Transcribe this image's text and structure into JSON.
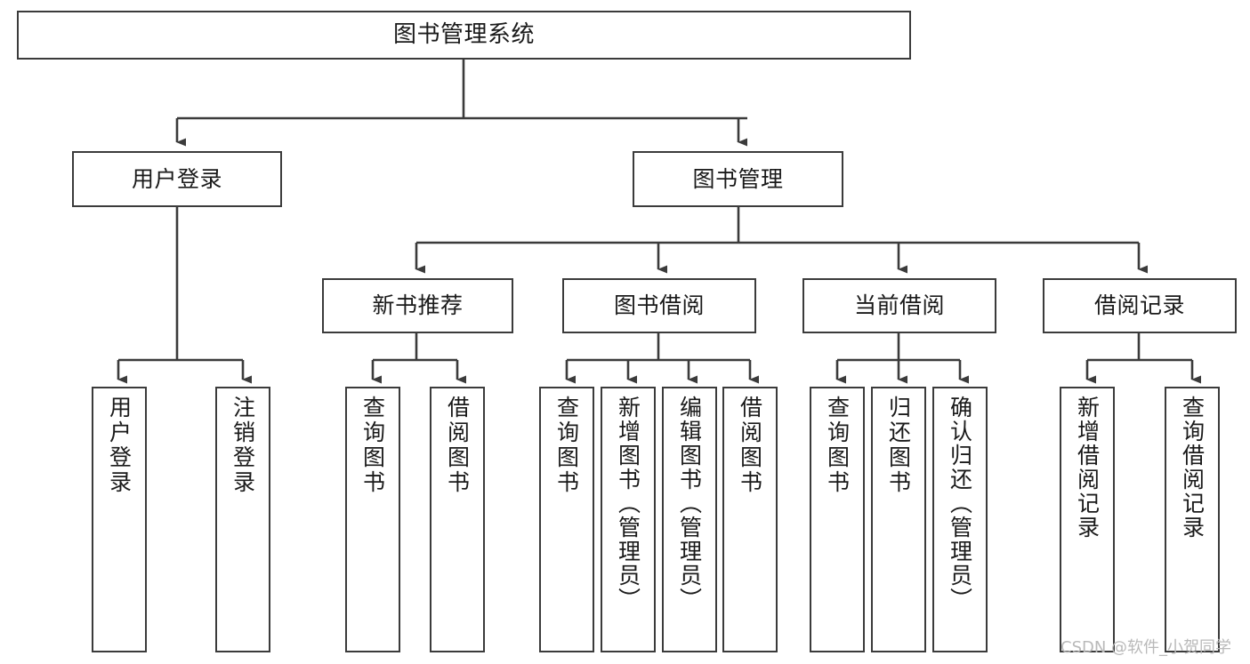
{
  "diagram": {
    "type": "tree-hierarchy",
    "title": "图书管理系统",
    "orientation": "top-down",
    "box_fill": "#ffffff",
    "box_stroke": "#3b3b3b",
    "connector_color": "#3b3b3b",
    "levels": 4
  },
  "nodes": {
    "root": {
      "label": "图书管理系统",
      "level": 1
    },
    "level2": [
      {
        "id": "user-login",
        "label": "用户登录",
        "level": 2
      },
      {
        "id": "book-manage",
        "label": "图书管理",
        "level": 2
      }
    ],
    "level3": [
      {
        "id": "new-book-recommend",
        "label": "新书推荐",
        "level": 3,
        "parent": "book-manage"
      },
      {
        "id": "book-borrow",
        "label": "图书借阅",
        "level": 3,
        "parent": "book-manage"
      },
      {
        "id": "current-borrow",
        "label": "当前借阅",
        "level": 3,
        "parent": "book-manage"
      },
      {
        "id": "borrow-record",
        "label": "借阅记录",
        "level": 3,
        "parent": "book-manage"
      }
    ],
    "leaves": [
      {
        "id": "leaf-user-login",
        "label": "用户登录",
        "parent": "user-login"
      },
      {
        "id": "leaf-logout-login",
        "label": "注销登录",
        "parent": "user-login"
      },
      {
        "id": "leaf-query-book-1",
        "label": "查询图书",
        "parent": "new-book-recommend"
      },
      {
        "id": "leaf-borrow-book-1",
        "label": "借阅图书",
        "parent": "new-book-recommend"
      },
      {
        "id": "leaf-query-book-2",
        "label": "查询图书",
        "parent": "book-borrow"
      },
      {
        "id": "leaf-add-book",
        "label": "新增图书（管理员）",
        "parent": "book-borrow"
      },
      {
        "id": "leaf-edit-book",
        "label": "编辑图书（管理员）",
        "parent": "book-borrow"
      },
      {
        "id": "leaf-borrow-book-2",
        "label": "借阅图书",
        "parent": "book-borrow"
      },
      {
        "id": "leaf-query-book-3",
        "label": "查询图书",
        "parent": "current-borrow"
      },
      {
        "id": "leaf-return-book",
        "label": "归还图书",
        "parent": "current-borrow"
      },
      {
        "id": "leaf-confirm-return",
        "label": "确认归还（管理员）",
        "parent": "current-borrow"
      },
      {
        "id": "leaf-add-record",
        "label": "新增借阅记录",
        "parent": "borrow-record"
      },
      {
        "id": "leaf-query-record",
        "label": "查询借阅记录",
        "parent": "borrow-record"
      }
    ]
  },
  "watermark": {
    "text": "CSDN @软件_小贺同学"
  }
}
